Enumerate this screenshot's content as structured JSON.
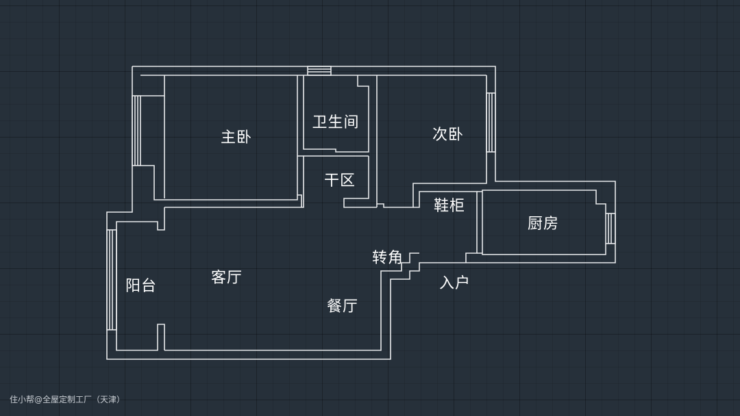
{
  "rooms": {
    "master_bedroom": "主卧",
    "bathroom": "卫生间",
    "second_bedroom": "次卧",
    "dry_area": "干区",
    "shoe_cabinet": "鞋柜",
    "kitchen": "厨房",
    "corner": "转角",
    "living_room": "客厅",
    "balcony": "阳台",
    "dining_room": "餐厅",
    "entrance": "入户"
  },
  "watermark": "住小帮@全屋定制工厂（天津）",
  "colors": {
    "background": "#26303a",
    "wall_line": "#e8eaec",
    "label_text": "#ffffff"
  }
}
